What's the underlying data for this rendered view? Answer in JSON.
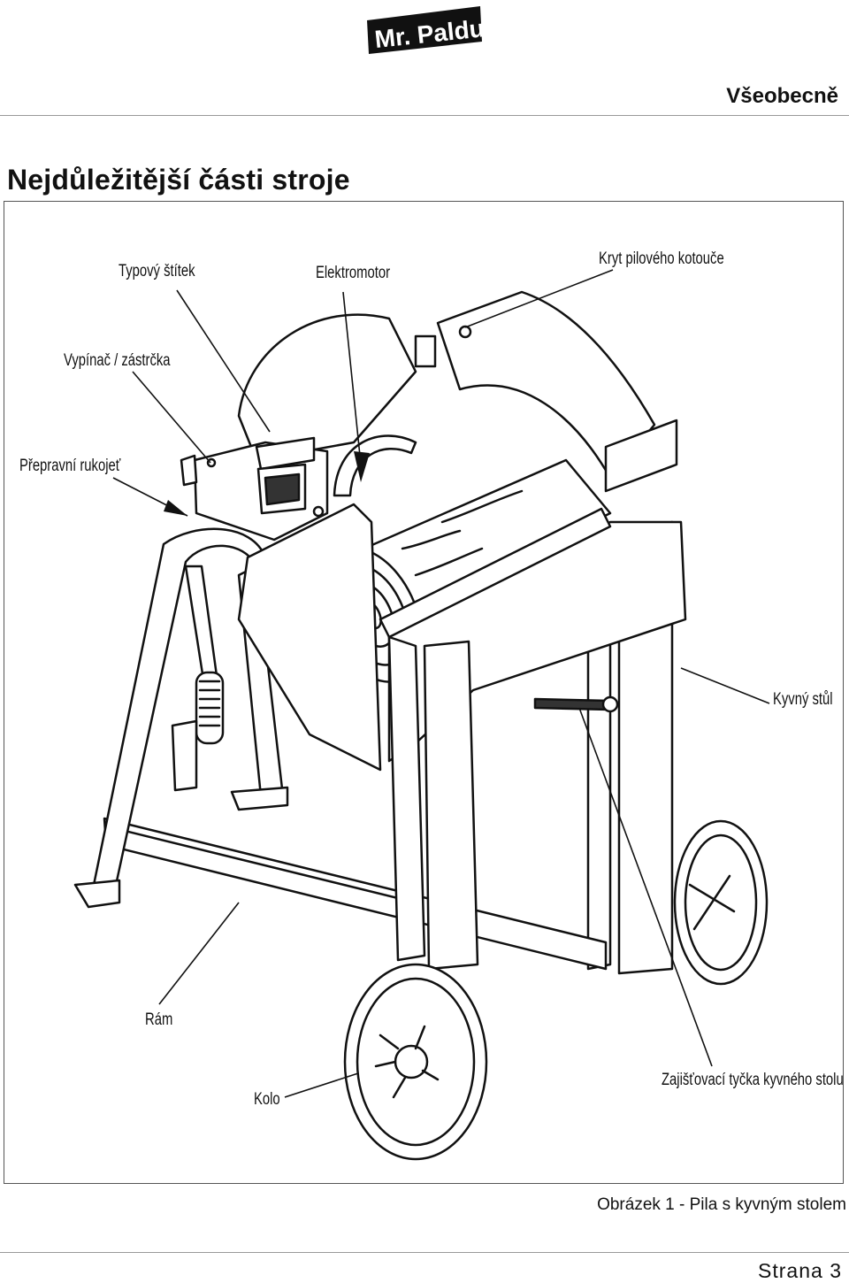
{
  "brand": {
    "logo_text": "Mr. Paldu"
  },
  "header": {
    "section": "Všeobecně"
  },
  "page_title": "Nejdůležitější části stroje",
  "labels": {
    "typovy_stitek": "Typový štítek",
    "elektromotor": "Elektromotor",
    "kryt": "Kryt pilového kotouče",
    "vypinac": "Vypínač / zástrčka",
    "rukojet": "Přepravní rukojeť",
    "kyvny_stul": "Kyvný stůl",
    "ram": "Rám",
    "kolo": "Kolo",
    "tycka": "Zajišťovací tyčka kyvného stolu"
  },
  "caption": "Obrázek 1 - Pila s kyvným stolem",
  "footer": {
    "page": "Strana  3"
  }
}
